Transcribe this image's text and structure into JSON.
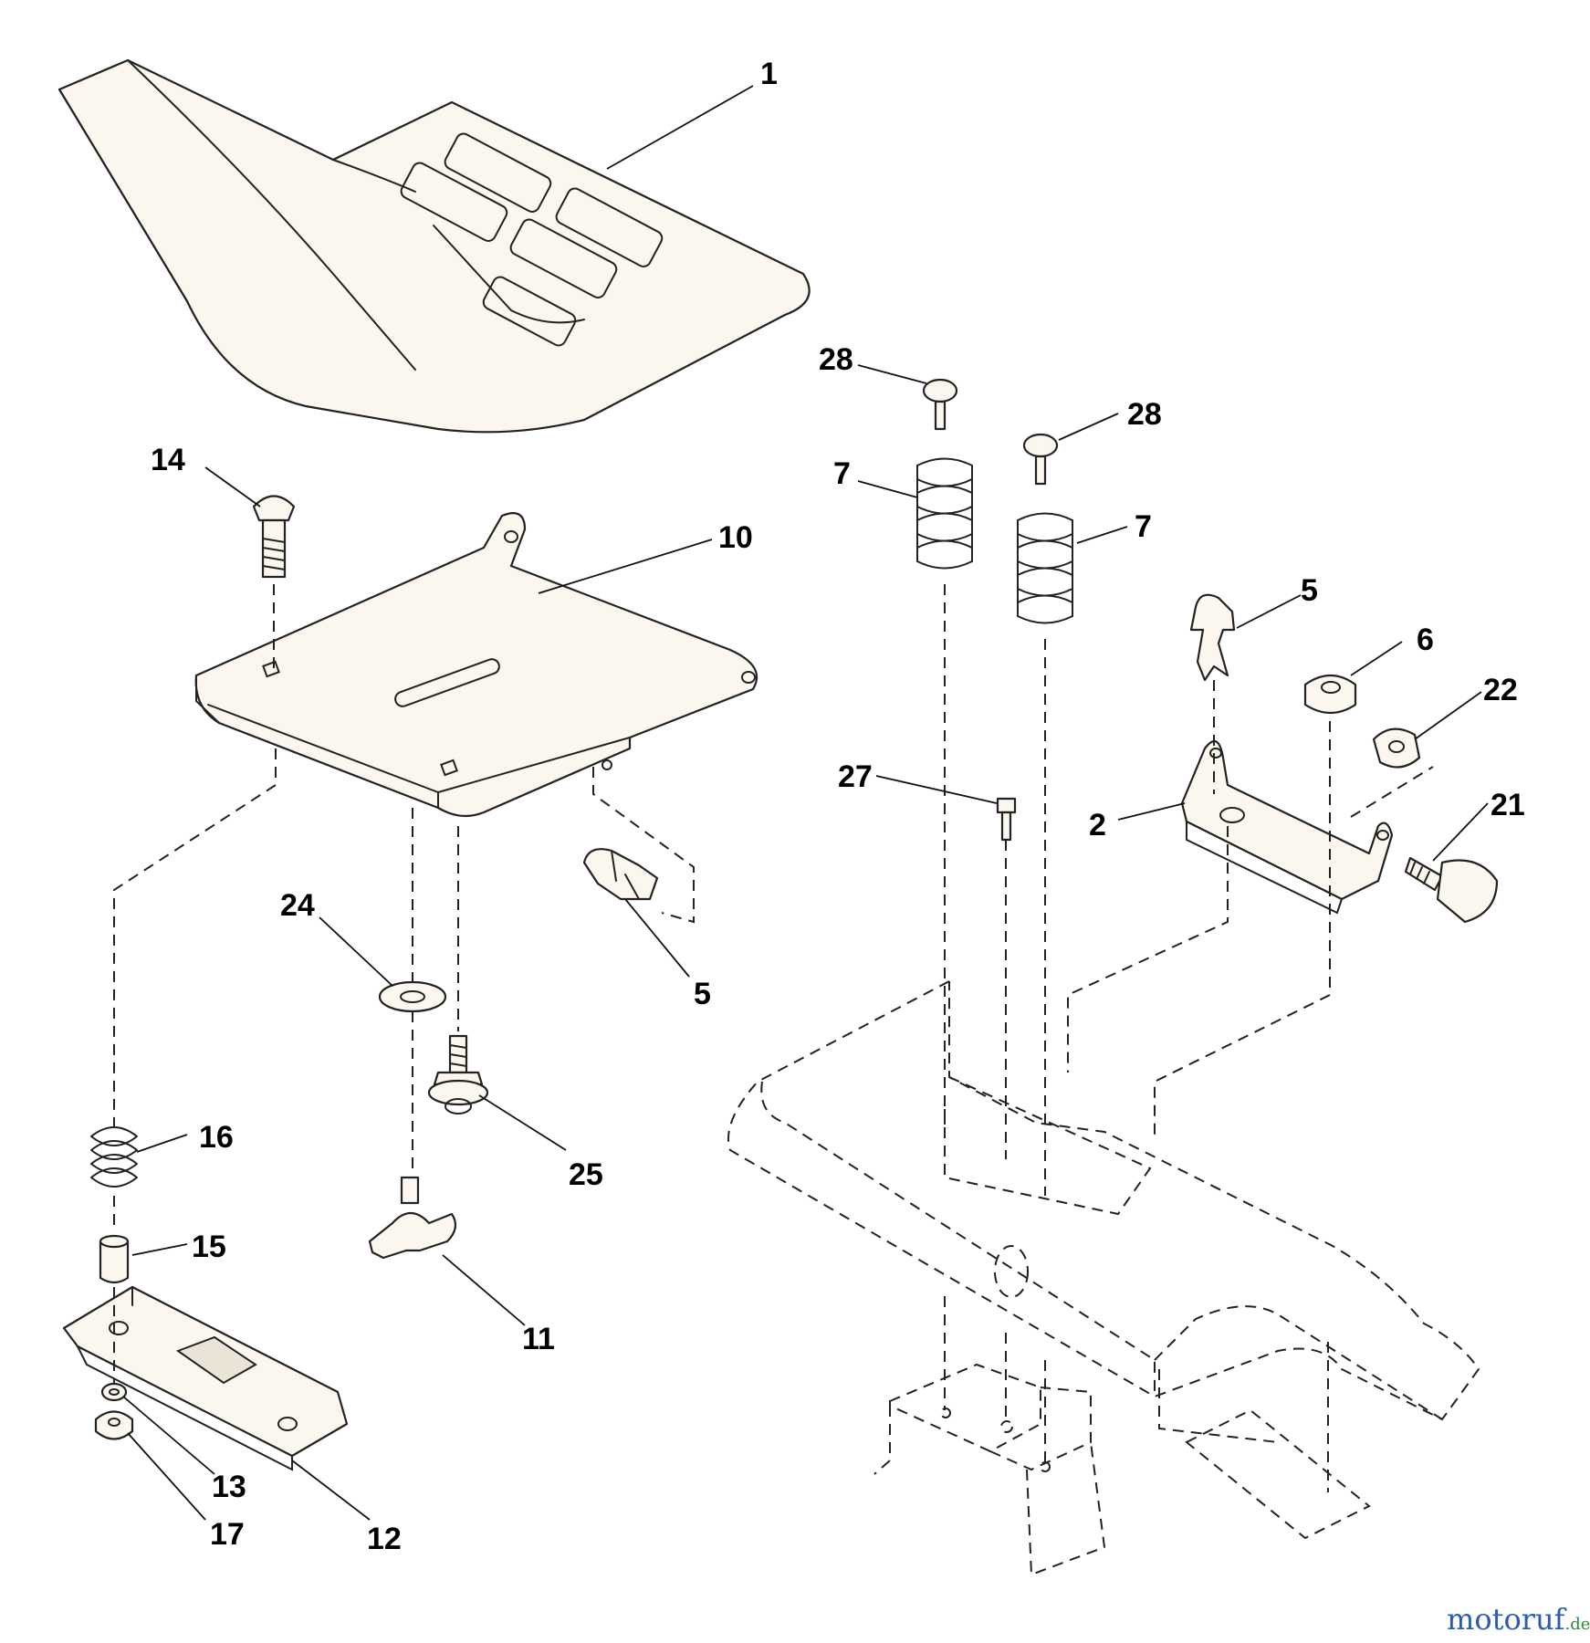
{
  "callouts": {
    "c1": "1",
    "c2": "2",
    "c5a": "5",
    "c5b": "5",
    "c6": "6",
    "c7a": "7",
    "c7b": "7",
    "c10": "10",
    "c11": "11",
    "c12": "12",
    "c13": "13",
    "c14": "14",
    "c15": "15",
    "c16": "16",
    "c17": "17",
    "c21": "21",
    "c22": "22",
    "c24": "24",
    "c25": "25",
    "c27": "27",
    "c28a": "28",
    "c28b": "28"
  },
  "watermark": {
    "main": "motoruf",
    "suffix": ".de"
  },
  "colors": {
    "line": "#222222",
    "part_fill": "#fbf7ee",
    "background": "#ffffff"
  }
}
